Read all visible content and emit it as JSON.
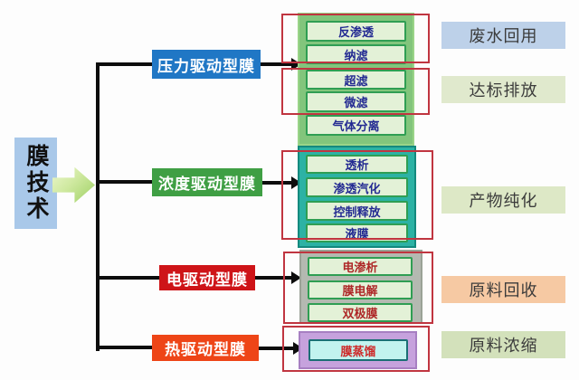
{
  "diagram": {
    "root": {
      "label": "膜技术"
    },
    "branches": [
      {
        "id": "pressure",
        "label": "压力驱动型膜"
      },
      {
        "id": "concentration",
        "label": "浓度驱动型膜"
      },
      {
        "id": "electric",
        "label": "电驱动型膜"
      },
      {
        "id": "thermal",
        "label": "热驱动型膜"
      }
    ],
    "membranes": {
      "pressure": {
        "items": [
          "反渗透",
          "纳滤",
          "超滤",
          "微滤",
          "气体分离"
        ]
      },
      "concentration": {
        "items": [
          "透析",
          "渗透汽化",
          "控制释放",
          "液膜"
        ]
      },
      "electric": {
        "items": [
          "电渗析",
          "膜电解",
          "双极膜"
        ]
      },
      "thermal": {
        "items": [
          "膜蒸馏"
        ]
      }
    },
    "applications": [
      "废水回用",
      "达标排放",
      "产物纯化",
      "原料回收",
      "原料浓缩"
    ],
    "colors": {
      "root_box": "#a9c8e9",
      "pressure_box": "#2077c5",
      "concentration_box": "#3f9f44",
      "electric_box": "#ce1418",
      "thermal_box": "#ee4517",
      "group_outline_red": "#c03540",
      "container_pressure": "#82c57c",
      "container_concentration": "#2cb2a4",
      "container_electric": "#b4b9b1",
      "container_thermal": "#c6a2dd",
      "chip_fill": "#e3f1d7",
      "chip_border": "#2f9e53",
      "chip_text_blue": "#232a92",
      "chip_text_red": "#ae2727",
      "thermal_chip_fill": "#c2f3ef",
      "app_wastewater_reuse": "#bdd1e9",
      "app_standard_discharge": "#e0e9cd",
      "app_product_purification": "#dde8c6",
      "app_material_recovery": "#f6c9a3",
      "app_material_concentration": "#d3e1bb"
    }
  }
}
